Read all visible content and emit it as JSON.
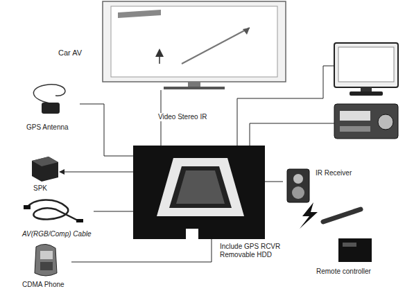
{
  "diagram": {
    "nodes": [
      {
        "text": [
          "Car AV"
        ]
      },
      {
        "text": [
          "GPS Antenna"
        ]
      },
      {
        "text": [
          "SPK"
        ]
      },
      {
        "text": [
          "AV(RGB/Comp) Cable"
        ]
      },
      {
        "text": [
          "CDMA Phone"
        ]
      },
      {
        "text": [
          "Include GPS RCVR Removable HDD"
        ]
      },
      {
        "text": [
          "IR Receiver"
        ]
      },
      {
        "text": [
          "Remote controller"
        ]
      }
    ],
    "edges": [
      {
        "from": 0,
        "to": 5,
        "arrow": "none",
        "label": "Video Stereo IR"
      },
      {
        "from": 1,
        "to": 5,
        "arrow": "none"
      },
      {
        "from": 5,
        "to": 2,
        "arrow": "to"
      },
      {
        "from": 3,
        "to": 5,
        "arrow": "none"
      },
      {
        "from": 4,
        "to": 5,
        "arrow": "none"
      },
      {
        "from": 5,
        "to": 6,
        "arrow": "none"
      }
    ]
  }
}
